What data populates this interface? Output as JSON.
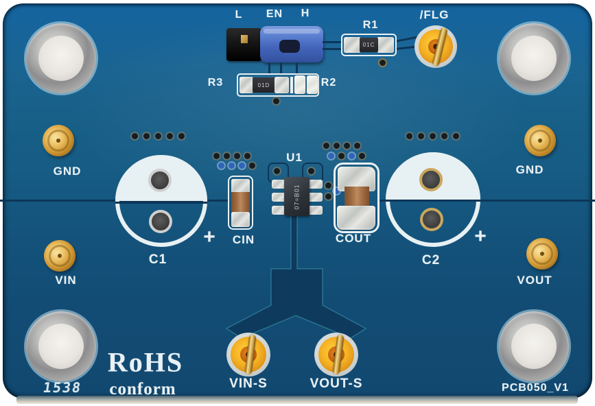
{
  "board": {
    "silkscreen": {
      "jumper_low": "L",
      "jumper_enable": "EN",
      "jumper_high": "H",
      "r1": "R1",
      "r2": "R2",
      "r3": "R3",
      "flg": "/FLG",
      "u1": "U1",
      "cin": "CIN",
      "cout": "COUT",
      "c1": "C1",
      "c2": "C2",
      "plus": "+",
      "gnd_left": "GND",
      "gnd_right": "GND",
      "vin": "VIN",
      "vout": "VOUT",
      "vin_sense": "VIN-S",
      "vout_sense": "VOUT-S",
      "rohs_line1": "RoHS",
      "rohs_line2": "conform",
      "date_code": "1538",
      "board_id": "PCB050_V1"
    },
    "component_markings": {
      "r1": "01C",
      "r3": "01D",
      "u1": "07=B01"
    },
    "colors": {
      "soldermask": "#15608c",
      "trace_dark": "#0e3a5d",
      "silkscreen": "#e9f1f4",
      "jumper_blue": "#4a6fc0",
      "terminal_yellow": "#f3b124",
      "turret_gold": "#d9a43c",
      "via_blue": "#2f64b8"
    }
  }
}
